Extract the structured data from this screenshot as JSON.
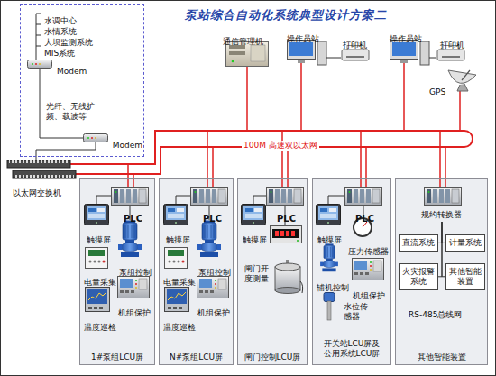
{
  "diagram": {
    "title": "泵站综合自动化系统典型设计方案二",
    "nodes": [
      {
        "text": [
          "水调中心",
          "水情系统",
          "大坝监测系统",
          "MIS系统",
          "Modem",
          "光纤、无线扩频、载波等",
          "Modem"
        ]
      },
      {
        "text": [
          "PLC",
          "触摸屏",
          "泵组控制",
          "电量采集",
          "机组保护",
          "温度巡检",
          "1#泵组LCU屏"
        ]
      },
      {
        "text": [
          "PLC",
          "触摸屏",
          "泵组控制",
          "电量采集",
          "机组保护",
          "温度巡检",
          "N#泵组LCU屏"
        ]
      },
      {
        "text": [
          "PLC",
          "触摸屏",
          "闸门开度测量",
          "闸门控制LCU屏"
        ]
      },
      {
        "text": [
          "PLC",
          "触摸屏",
          "压力传感器",
          "辅机控制",
          "机组保护",
          "水位传感器",
          "开关站LCU屏及公用系统LCU屏"
        ]
      },
      {
        "text": [
          "RS-485总线网",
          "其他智能装置"
        ]
      },
      {
        "text": [
          "规约转换器"
        ],
        "in": 5
      },
      {
        "text": [
          "直流系统"
        ],
        "in": 5
      },
      {
        "text": [
          "计量系统"
        ],
        "in": 5
      },
      {
        "text": [
          "火灾报警系统"
        ],
        "in": 5
      },
      {
        "text": [
          "其他智能装置"
        ],
        "in": 5
      }
    ],
    "edges": [
      {
        "from": 6,
        "to": 7,
        "arrow": "none"
      },
      {
        "from": 6,
        "to": 8,
        "arrow": "none"
      },
      {
        "from": 6,
        "to": 9,
        "arrow": "none"
      },
      {
        "from": 6,
        "to": 10,
        "arrow": "none"
      }
    ],
    "labels": [
      "通信管理机",
      "操作员站",
      "打印机",
      "操作员站",
      "打印机",
      "GPS",
      "100M 高速双以太网",
      "以太网交换机"
    ]
  }
}
